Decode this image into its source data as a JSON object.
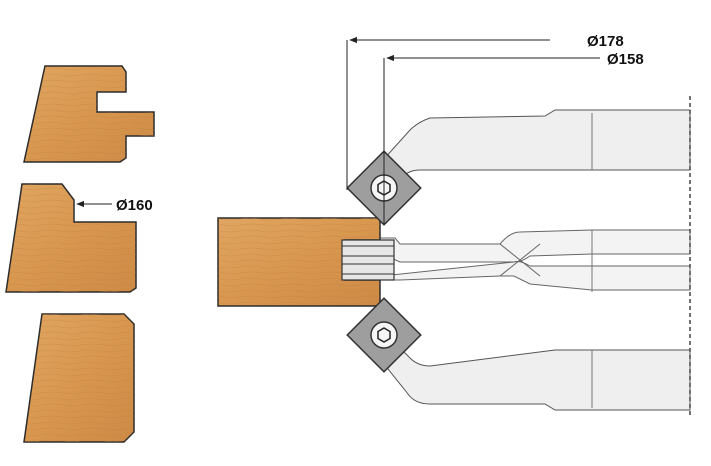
{
  "dimensions": {
    "outer_diameter": "Ø178",
    "inner_diameter": "Ø158",
    "profile_diameter": "Ø160"
  },
  "colors": {
    "wood_fill": "#D99A54",
    "wood_stroke": "#2B2B2B",
    "arm_fill": "#EFEFEF",
    "insert_fill": "#9E9E9E",
    "line": "#222222"
  },
  "parts": {
    "profiles": [
      "tongue-profile",
      "rebate-profile",
      "chamfer-profile"
    ],
    "cutters": [
      "upper-insert",
      "lower-insert"
    ]
  }
}
